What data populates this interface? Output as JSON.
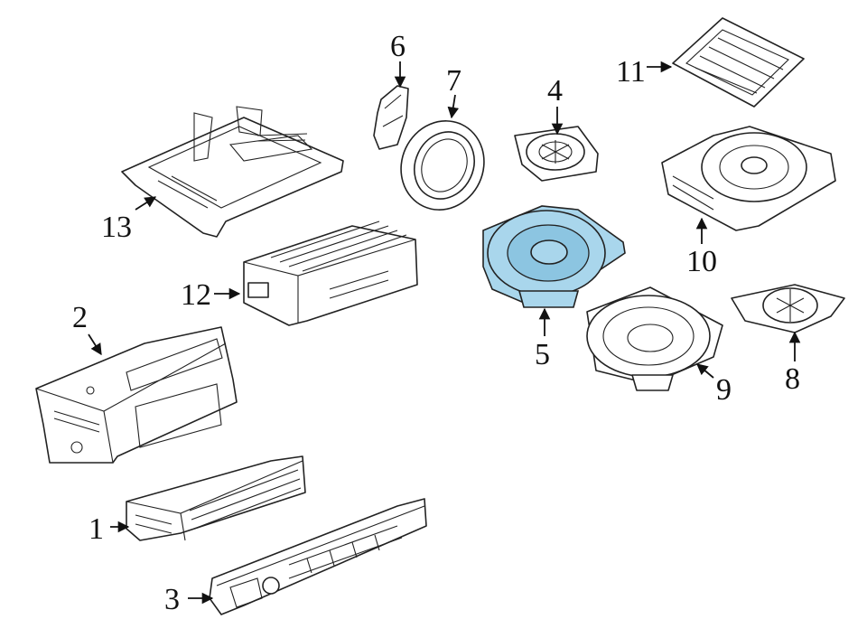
{
  "diagram": {
    "highlight_color": "#a9d6ec",
    "callouts": [
      {
        "id": "1",
        "label": "1"
      },
      {
        "id": "2",
        "label": "2"
      },
      {
        "id": "3",
        "label": "3"
      },
      {
        "id": "4",
        "label": "4"
      },
      {
        "id": "5",
        "label": "5"
      },
      {
        "id": "6",
        "label": "6"
      },
      {
        "id": "7",
        "label": "7"
      },
      {
        "id": "8",
        "label": "8"
      },
      {
        "id": "9",
        "label": "9"
      },
      {
        "id": "10",
        "label": "10"
      },
      {
        "id": "11",
        "label": "11"
      },
      {
        "id": "12",
        "label": "12"
      },
      {
        "id": "13",
        "label": "13"
      }
    ]
  }
}
